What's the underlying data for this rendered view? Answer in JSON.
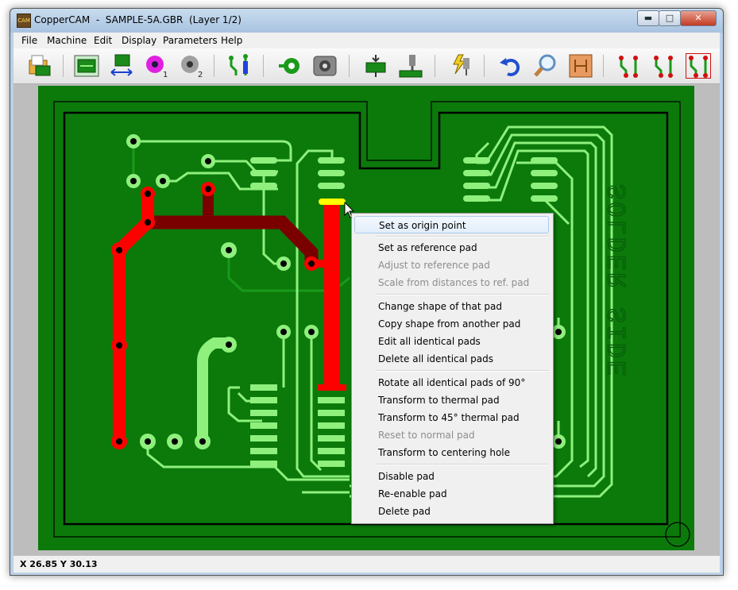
{
  "window": {
    "app_name": "CopperCAM",
    "title": "CopperCAM  -  SAMPLE-5A.GBR  (Layer 1/2)",
    "icon_text": "CAM"
  },
  "menubar": {
    "items": [
      "File",
      "Machine",
      "Edit",
      "Display",
      "Parameters",
      "Help"
    ]
  },
  "toolbar": {
    "buttons": [
      {
        "name": "open-file-icon"
      },
      {
        "name": "view-board-icon"
      },
      {
        "name": "mirror-board-icon"
      },
      {
        "name": "drill-1-icon",
        "badge": "1"
      },
      {
        "name": "drill-2-icon",
        "badge": "2"
      },
      {
        "name": "tracks-icon"
      },
      {
        "name": "pad-ring-icon"
      },
      {
        "name": "pad-shape-icon"
      },
      {
        "name": "board-dimensions-icon"
      },
      {
        "name": "machining-icon"
      },
      {
        "name": "engrave-icon"
      },
      {
        "name": "undo-icon"
      },
      {
        "name": "zoom-icon"
      },
      {
        "name": "board-outline-icon"
      },
      {
        "name": "contour-1-icon"
      },
      {
        "name": "contour-2-icon"
      },
      {
        "name": "contour-3-icon"
      }
    ]
  },
  "board": {
    "mirrored_text": "SOLDER SIDE",
    "colors": {
      "background": "#0b7a0b",
      "tracks": "#8ff07d",
      "track_dark": "#1a9a1a",
      "selected_tracks": "#ff0000",
      "dark_track": "#7a0000",
      "highlight_pad": "#ffff00",
      "outline": "#000000"
    }
  },
  "context_menu": {
    "items": [
      {
        "label": "Set as origin point",
        "enabled": true,
        "highlight": true
      },
      {
        "label": "Set as reference pad",
        "enabled": true
      },
      {
        "label": "Adjust to reference pad",
        "enabled": false
      },
      {
        "label": "Scale from distances to ref. pad",
        "enabled": false
      },
      {
        "label": "Change shape of that pad",
        "enabled": true
      },
      {
        "label": "Copy shape from another pad",
        "enabled": true
      },
      {
        "label": "Edit all identical pads",
        "enabled": true
      },
      {
        "label": "Delete all identical pads",
        "enabled": true
      },
      {
        "label": "Rotate all identical pads of 90°",
        "enabled": true
      },
      {
        "label": "Transform to thermal pad",
        "enabled": true
      },
      {
        "label": "Transform to 45° thermal pad",
        "enabled": true
      },
      {
        "label": "Reset to normal pad",
        "enabled": false
      },
      {
        "label": "Transform to centering hole",
        "enabled": true
      },
      {
        "label": "Disable pad",
        "enabled": true
      },
      {
        "label": "Re-enable pad",
        "enabled": true
      },
      {
        "label": "Delete pad",
        "enabled": true
      }
    ]
  },
  "status": {
    "coords": "X 26.85   Y 30.13"
  }
}
